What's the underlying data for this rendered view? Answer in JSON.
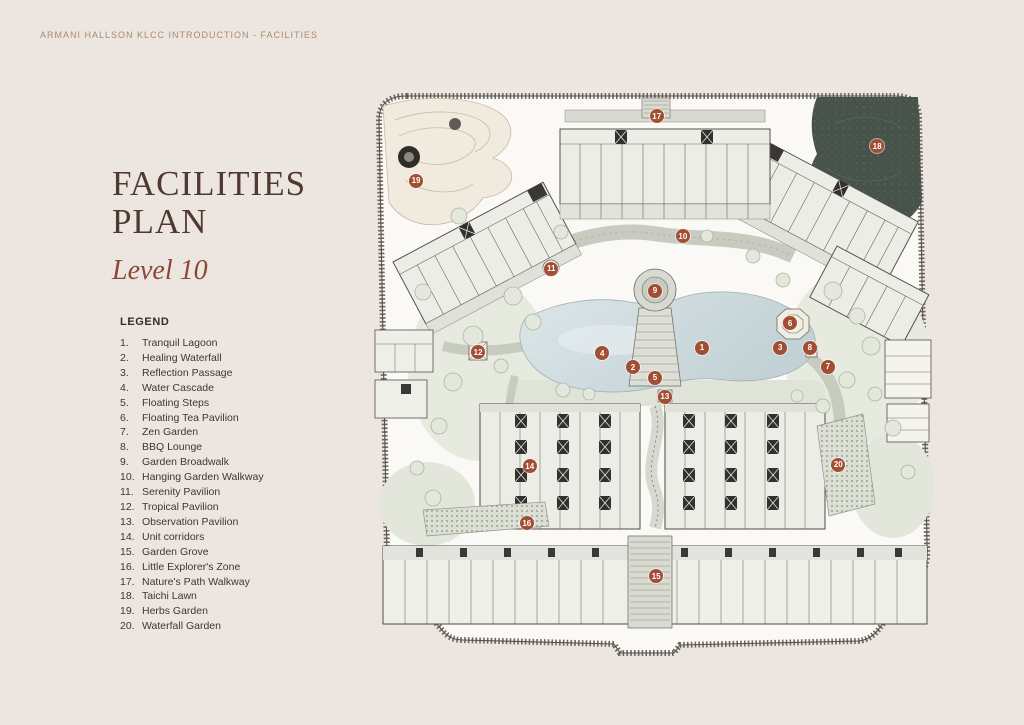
{
  "header": {
    "breadcrumb": "ARMANI HALLSON KLCC INTRODUCTION - FACILITIES"
  },
  "hero": {
    "title_line1": "FACILITIES",
    "title_line2": "PLAN",
    "subtitle": "Level 10"
  },
  "legend": {
    "heading": "LEGEND",
    "items": [
      {
        "num": "1.",
        "label": "Tranquil Lagoon"
      },
      {
        "num": "2.",
        "label": "Healing Waterfall"
      },
      {
        "num": "3.",
        "label": "Reflection Passage"
      },
      {
        "num": "4.",
        "label": "Water Cascade"
      },
      {
        "num": "5.",
        "label": "Floating Steps"
      },
      {
        "num": "6.",
        "label": "Floating Tea Pavilion"
      },
      {
        "num": "7.",
        "label": "Zen Garden"
      },
      {
        "num": "8.",
        "label": "BBQ Lounge"
      },
      {
        "num": "9.",
        "label": "Garden Broadwalk"
      },
      {
        "num": "10.",
        "label": "Hanging Garden Walkway"
      },
      {
        "num": "11.",
        "label": "Serenity Pavilion"
      },
      {
        "num": "12.",
        "label": "Tropical Pavilion"
      },
      {
        "num": "13.",
        "label": "Observation Pavilion"
      },
      {
        "num": "14.",
        "label": "Unit corridors"
      },
      {
        "num": "15.",
        "label": "Garden Grove"
      },
      {
        "num": "16.",
        "label": "Little Explorer's Zone"
      },
      {
        "num": "17.",
        "label": "Nature's Path Walkway"
      },
      {
        "num": "18.",
        "label": "Taichi Lawn"
      },
      {
        "num": "19.",
        "label": "Herbs Garden"
      },
      {
        "num": "20.",
        "label": "Waterfall Garden"
      }
    ]
  },
  "plan": {
    "markers": [
      {
        "n": "1",
        "x": 58.1,
        "y": 45.6
      },
      {
        "n": "2",
        "x": 46.2,
        "y": 49.0
      },
      {
        "n": "3",
        "x": 71.6,
        "y": 45.6
      },
      {
        "n": "4",
        "x": 40.9,
        "y": 46.6
      },
      {
        "n": "5",
        "x": 50.0,
        "y": 50.8
      },
      {
        "n": "6",
        "x": 73.3,
        "y": 41.4
      },
      {
        "n": "7",
        "x": 79.8,
        "y": 48.9
      },
      {
        "n": "8",
        "x": 76.7,
        "y": 45.6
      },
      {
        "n": "9",
        "x": 50.0,
        "y": 35.8
      },
      {
        "n": "10",
        "x": 54.8,
        "y": 26.3
      },
      {
        "n": "11",
        "x": 32.1,
        "y": 32.0
      },
      {
        "n": "12",
        "x": 19.5,
        "y": 46.4
      },
      {
        "n": "13",
        "x": 51.7,
        "y": 54.1
      },
      {
        "n": "14",
        "x": 28.4,
        "y": 66.1
      },
      {
        "n": "15",
        "x": 50.2,
        "y": 85.2
      },
      {
        "n": "16",
        "x": 27.9,
        "y": 76.0
      },
      {
        "n": "17",
        "x": 50.3,
        "y": 5.6
      },
      {
        "n": "18",
        "x": 88.3,
        "y": 10.8
      },
      {
        "n": "19",
        "x": 8.8,
        "y": 16.7
      },
      {
        "n": "20",
        "x": 81.6,
        "y": 65.9
      }
    ]
  },
  "colors": {
    "marker": "#A24E33",
    "title": "#4F3930",
    "subtitle": "#8A4936",
    "breadcrumb": "#A68A72",
    "page_bg": "#EDE6E0"
  }
}
